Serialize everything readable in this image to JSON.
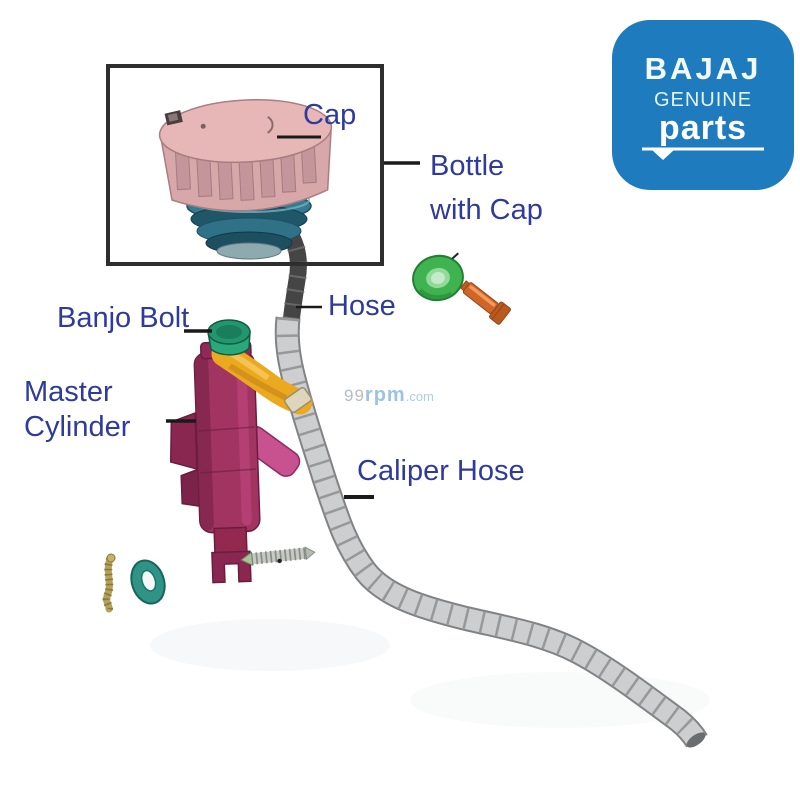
{
  "diagram": {
    "title_context": "Bajaj front brake master cylinder assembly parts diagram",
    "label_color": "#2e3a9c",
    "labels": {
      "cap": "Cap",
      "bottle_line1": "Bottle",
      "bottle_line2": "with Cap",
      "hose": "Hose",
      "banjo_bolt": "Banjo Bolt",
      "master_line1": "Master",
      "master_line2": "Cylinder",
      "caliper_hose": "Caliper Hose"
    },
    "parts": [
      {
        "name": "cap",
        "color": "#e6b7b6"
      },
      {
        "name": "bottle",
        "color": "#2f7187"
      },
      {
        "name": "hose",
        "color": "#474747"
      },
      {
        "name": "banjo-bolt",
        "color": "#21966f"
      },
      {
        "name": "banjo-fitting",
        "color": "#eaa91f"
      },
      {
        "name": "master-cylinder",
        "color": "#a23462"
      },
      {
        "name": "caliper-hose",
        "color": "#ccced0"
      },
      {
        "name": "grommet",
        "color": "#3fb34f"
      },
      {
        "name": "union-bolt",
        "color": "#cf6527"
      },
      {
        "name": "bleed-screw",
        "color": "#b3a15c"
      },
      {
        "name": "o-ring",
        "color": "#2f9486"
      },
      {
        "name": "spring",
        "color": "#c6c9c5"
      }
    ]
  },
  "logo": {
    "brand": "BAJAJ",
    "subtitle": "GENUINE",
    "word": "parts",
    "bg_color": "#1e7cbe",
    "text_color": "#ffffff"
  },
  "watermark": {
    "part1": "99",
    "part2": "rpm",
    "part3": ".com"
  }
}
